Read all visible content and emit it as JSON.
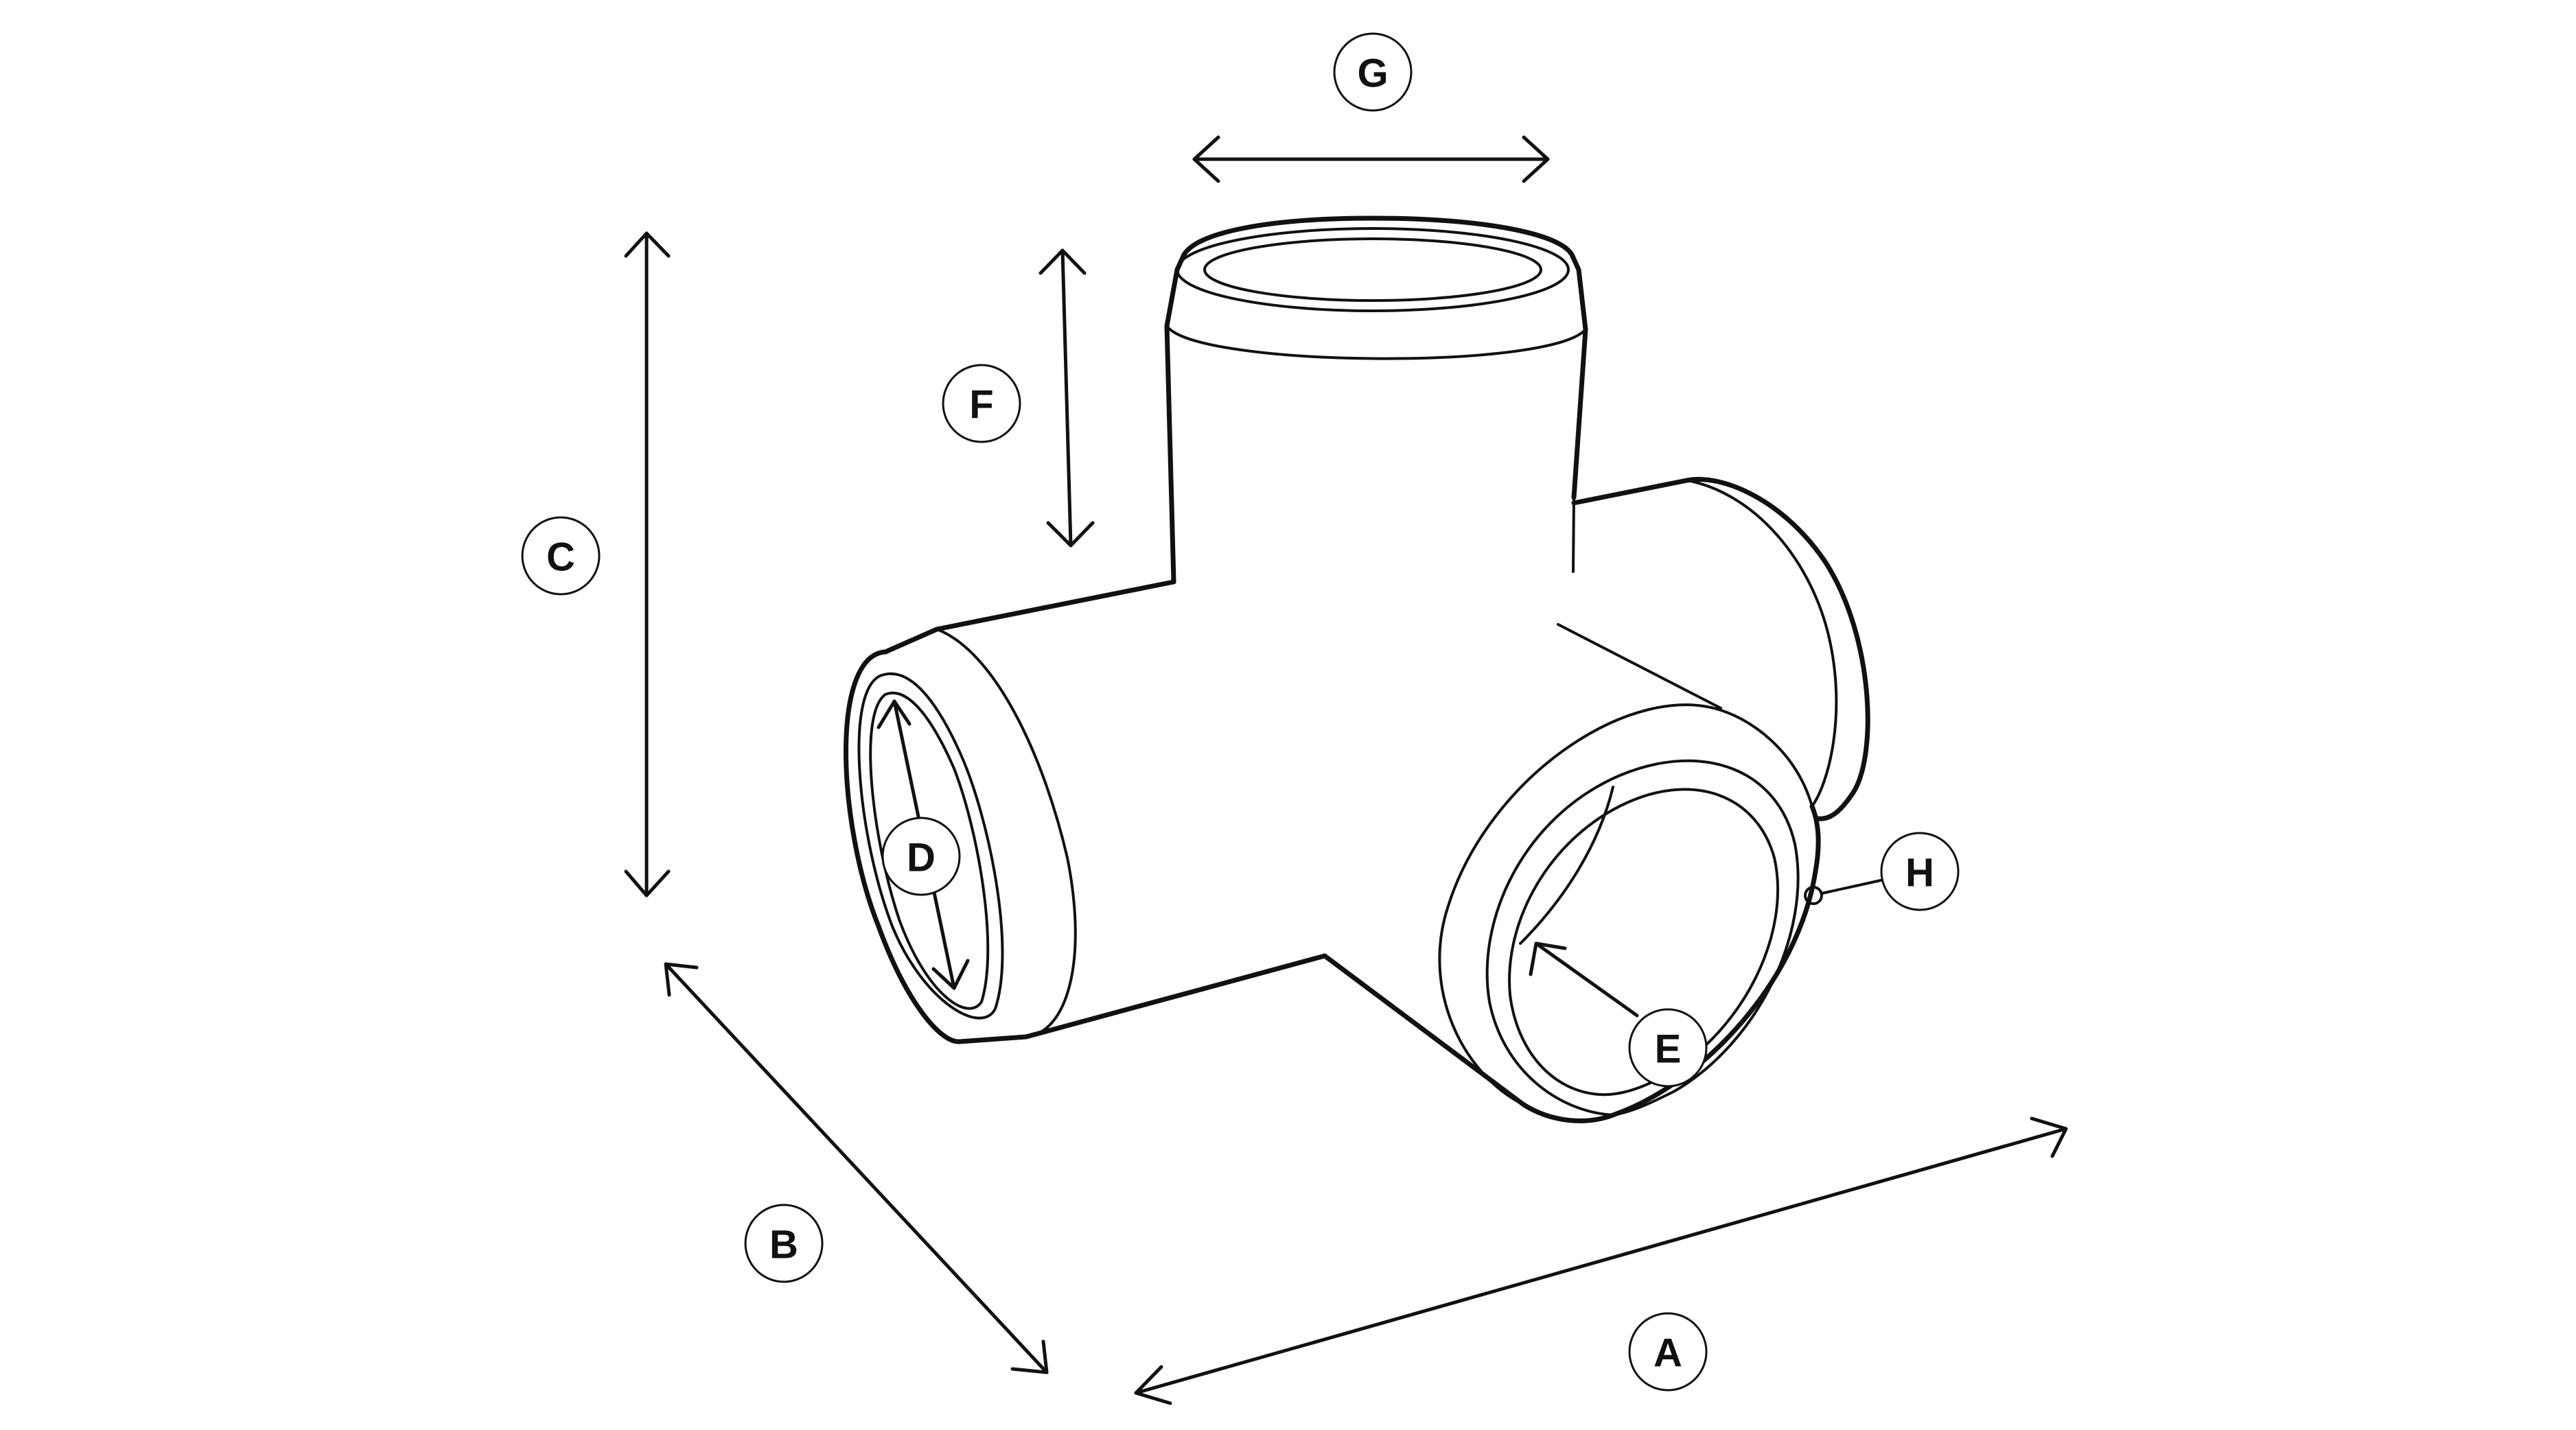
{
  "diagram": {
    "callouts": {
      "a": "A",
      "b": "B",
      "c": "C",
      "d": "D",
      "e": "E",
      "f": "F",
      "g": "G",
      "h": "H"
    },
    "colors": {
      "line": "#111111",
      "background": "#ffffff"
    }
  }
}
